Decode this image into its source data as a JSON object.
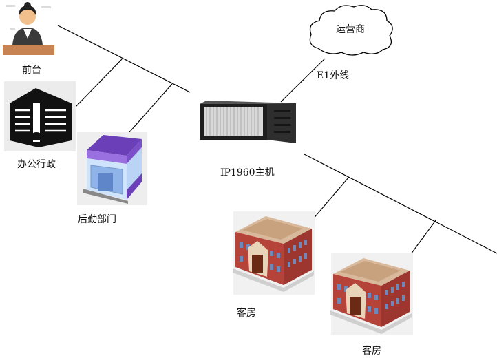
{
  "nodes": {
    "frontdesk": {
      "label": "前台"
    },
    "office": {
      "label": "办公行政"
    },
    "logistics": {
      "label": "后勤部门"
    },
    "host": {
      "label": "IP1960主机"
    },
    "trunk": {
      "label": "E1外线"
    },
    "carrier": {
      "label": "运营商"
    },
    "room1": {
      "label": "客房"
    },
    "room2": {
      "label": "客房"
    }
  },
  "colors": {
    "line": "#000000",
    "building_brick": "#b5433a",
    "building_roof": "#d9b99b",
    "office_block": "#111111",
    "purple_building": "#8a5ccf",
    "host_chassis": "#2b2b2b"
  }
}
